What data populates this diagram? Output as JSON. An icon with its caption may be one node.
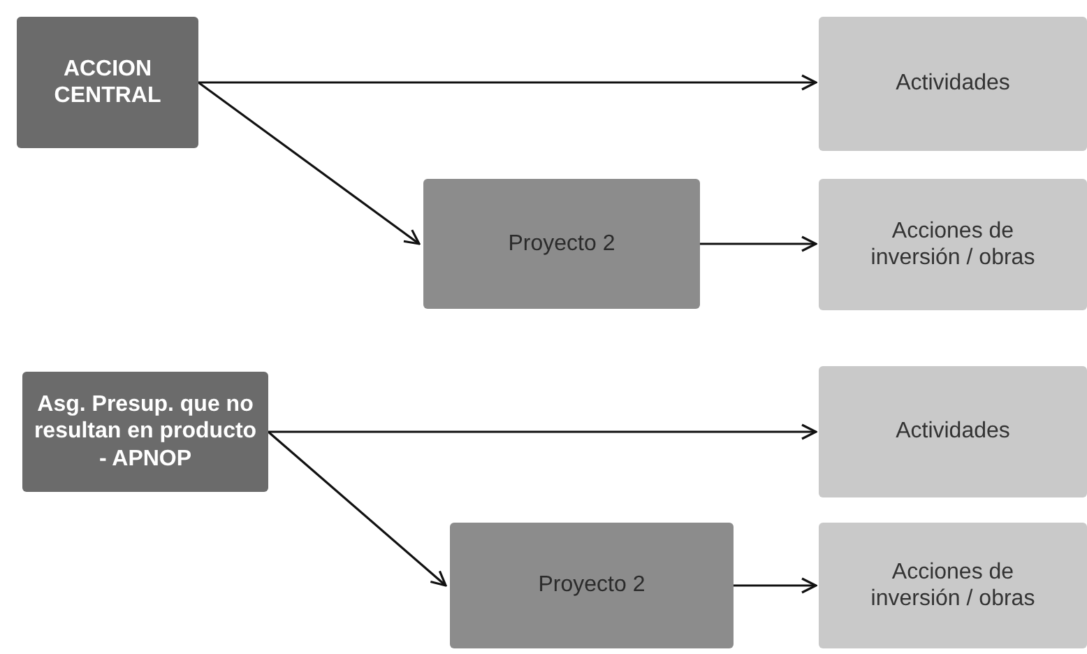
{
  "diagram": {
    "nodes": [
      {
        "text": [
          "ACCION CENTRAL"
        ]
      },
      {
        "text": [
          "Actividades"
        ]
      },
      {
        "text": [
          "Proyecto 2"
        ]
      },
      {
        "text": [
          "Acciones de inversión / obras"
        ]
      },
      {
        "text": [
          "Asg. Presup. que no resultan en producto - APNOP"
        ]
      },
      {
        "text": [
          "Actividades"
        ]
      },
      {
        "text": [
          "Proyecto 2"
        ]
      },
      {
        "text": [
          "Acciones de inversión / obras"
        ]
      }
    ],
    "edges": [
      {
        "from": 0,
        "to": 1,
        "arrow": "to"
      },
      {
        "from": 0,
        "to": 2,
        "arrow": "to"
      },
      {
        "from": 2,
        "to": 3,
        "arrow": "to"
      },
      {
        "from": 4,
        "to": 5,
        "arrow": "to"
      },
      {
        "from": 4,
        "to": 6,
        "arrow": "to"
      },
      {
        "from": 6,
        "to": 7,
        "arrow": "to"
      }
    ]
  }
}
